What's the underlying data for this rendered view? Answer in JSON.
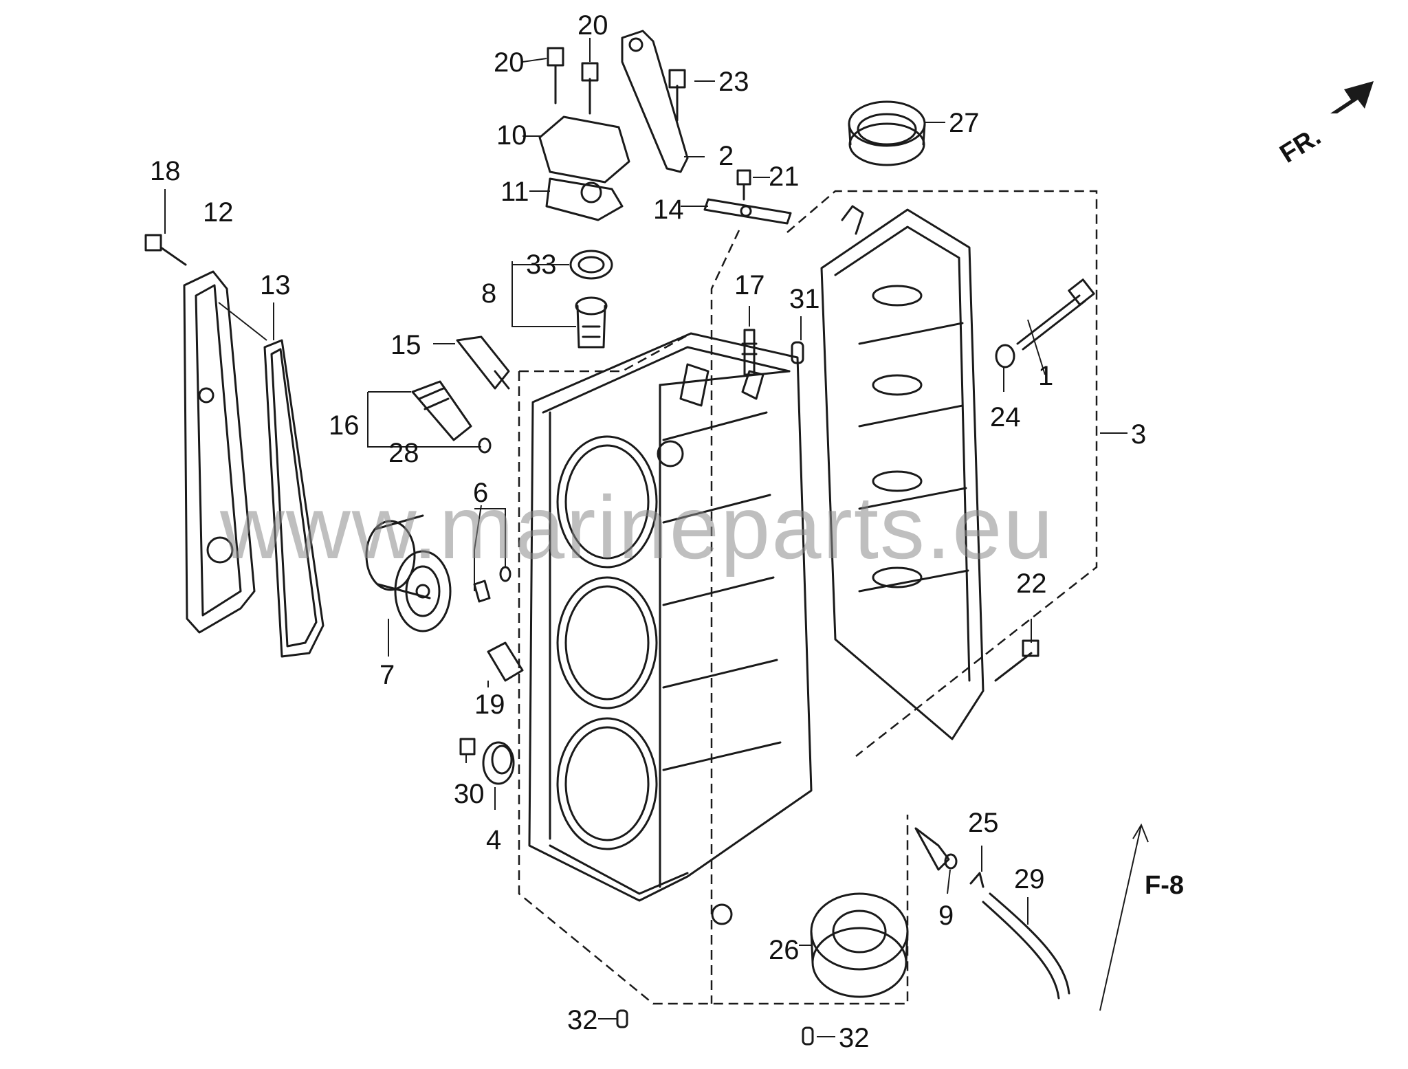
{
  "watermark": "www.marineparts.eu",
  "direction_label": "FR.",
  "reference_label": "F-8",
  "callouts": [
    "1",
    "2",
    "3",
    "4",
    "6",
    "7",
    "8",
    "9",
    "10",
    "11",
    "12",
    "13",
    "14",
    "15",
    "16",
    "17",
    "18",
    "19",
    "20",
    "20",
    "21",
    "22",
    "23",
    "24",
    "25",
    "26",
    "27",
    "28",
    "29",
    "30",
    "31",
    "32",
    "32",
    "33"
  ]
}
